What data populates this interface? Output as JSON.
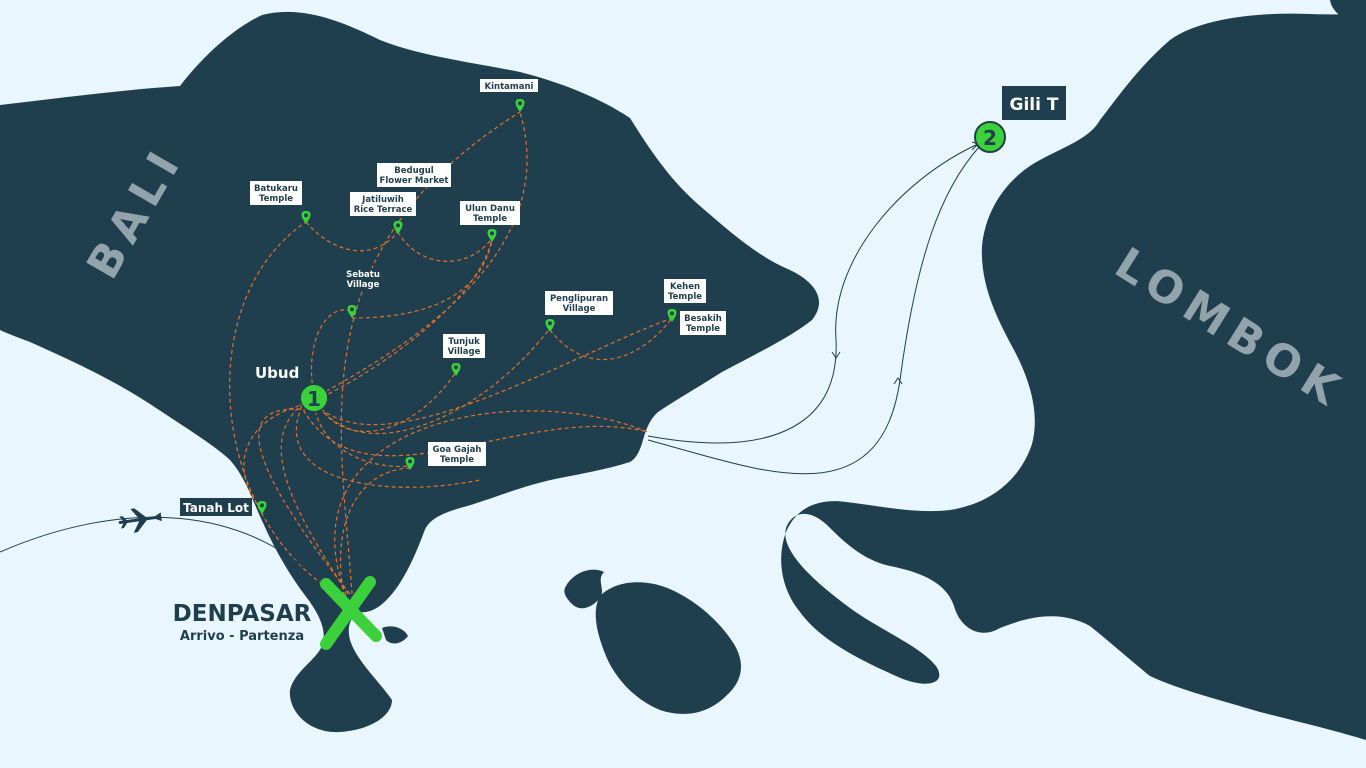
{
  "islands": {
    "bali": "BALI",
    "lombok": "LOMBOK"
  },
  "stops": {
    "ubud": {
      "number": "1",
      "name": "Ubud"
    },
    "gili": {
      "number": "2",
      "name": "Gili T"
    }
  },
  "hub": {
    "name": "DENPASAR",
    "subtitle": "Arrivo - Partenza"
  },
  "places": {
    "kintamani": [
      "Kintamani"
    ],
    "bedugul": [
      "Bedugul",
      "Flower Market"
    ],
    "batukaru": [
      "Batukaru",
      "Temple"
    ],
    "jatiluwih": [
      "Jatiluwih",
      "Rice Terrace"
    ],
    "ulundanu": [
      "Ulun Danu",
      "Temple"
    ],
    "sebatu": [
      "Sebatu",
      "Village"
    ],
    "penglipuran": [
      "Penglipuran",
      "Village"
    ],
    "kehen": [
      "Kehen",
      "Temple"
    ],
    "besakih": [
      "Besakih",
      "Temple"
    ],
    "tunjuk": [
      "Tunjuk",
      "Village"
    ],
    "goagajah": [
      "Goa Gajah",
      "Temple"
    ],
    "tanahlot": [
      "Tanah Lot"
    ]
  },
  "colors": {
    "sea": "#e9f6fd",
    "land": "#1f3f4e",
    "route": "#e2702a",
    "pin": "#3ad13a",
    "island_label": "#93a3ab"
  },
  "icons": [
    "map-pin-icon",
    "airplane-icon",
    "x-mark-icon"
  ]
}
